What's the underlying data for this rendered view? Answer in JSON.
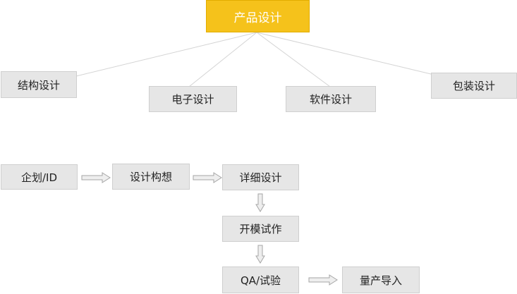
{
  "diagram": {
    "hierarchy": {
      "root": "产品设计",
      "children": [
        "结构设计",
        "电子设计",
        "软件设计",
        "包装设计"
      ]
    },
    "process": {
      "steps": [
        "企划/ID",
        "设计构想",
        "详细设计",
        "开模试作",
        "QA/试验",
        "量产导入"
      ]
    },
    "colors": {
      "root_fill": "#f5c21b",
      "root_text": "#ffffff",
      "box_fill": "#e6e6e6",
      "box_border": "#cfcfcf",
      "connector": "#d4d4d4",
      "arrow_fill": "#eeeeee",
      "arrow_stroke": "#a6a6a6"
    }
  }
}
